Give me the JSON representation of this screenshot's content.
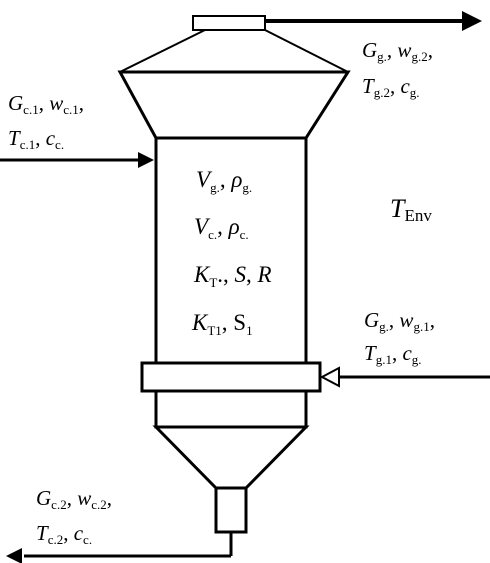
{
  "diagram": {
    "colors": {
      "stroke": "#000000",
      "background": "#ffffff"
    },
    "top_right_label": {
      "line1": {
        "G": "G",
        "G_sub": "g.",
        "sep1": ", ",
        "w": "w",
        "w_sub": "g.2",
        "sep2": ","
      },
      "line2": {
        "T": "T",
        "T_sub": "g.2",
        "sep1": ", ",
        "c": "c",
        "c_sub": "g."
      }
    },
    "left_input_label": {
      "line1": {
        "G": "G",
        "G_sub": "c.1",
        "sep1": ", ",
        "w": "w",
        "w_sub": "c.1",
        "sep2": ","
      },
      "line2": {
        "T": "T",
        "T_sub": "c.1",
        "sep1": ", ",
        "c": "c",
        "c_sub": "c."
      }
    },
    "inner_labels": {
      "row1": {
        "V": "V",
        "V_sub": "g.",
        "sep": ", ",
        "rho": "ρ",
        "rho_sub": "g."
      },
      "row2": {
        "V": "V",
        "V_sub": "c.",
        "sep": ", ",
        "rho": "ρ",
        "rho_sub": "c."
      },
      "row3": {
        "K": "K",
        "K_sub": "T",
        "sep": "., ",
        "S": "S",
        "sep2": ", ",
        "R": "R"
      },
      "row4": {
        "K": "K",
        "K_sub": "T1",
        "sep": ", S",
        "S_sub": "1"
      }
    },
    "environment_label": {
      "T": "T",
      "T_sub": "Env"
    },
    "right_input_label": {
      "line1": {
        "G": "G",
        "G_sub": "g.",
        "sep1": ", ",
        "w": "w",
        "w_sub": "g.1",
        "sep2": ","
      },
      "line2": {
        "T": "T",
        "T_sub": "g.1",
        "sep1": ", ",
        "c": "c",
        "c_sub": "g."
      }
    },
    "bottom_output_label": {
      "line1": {
        "G": "G",
        "G_sub": "c.2",
        "sep1": ", ",
        "w": "w",
        "w_sub": "c.2",
        "sep2": ","
      },
      "line2": {
        "T": "T",
        "T_sub": "c.2",
        "sep1": ", ",
        "c": "c",
        "c_sub": "c."
      }
    }
  }
}
